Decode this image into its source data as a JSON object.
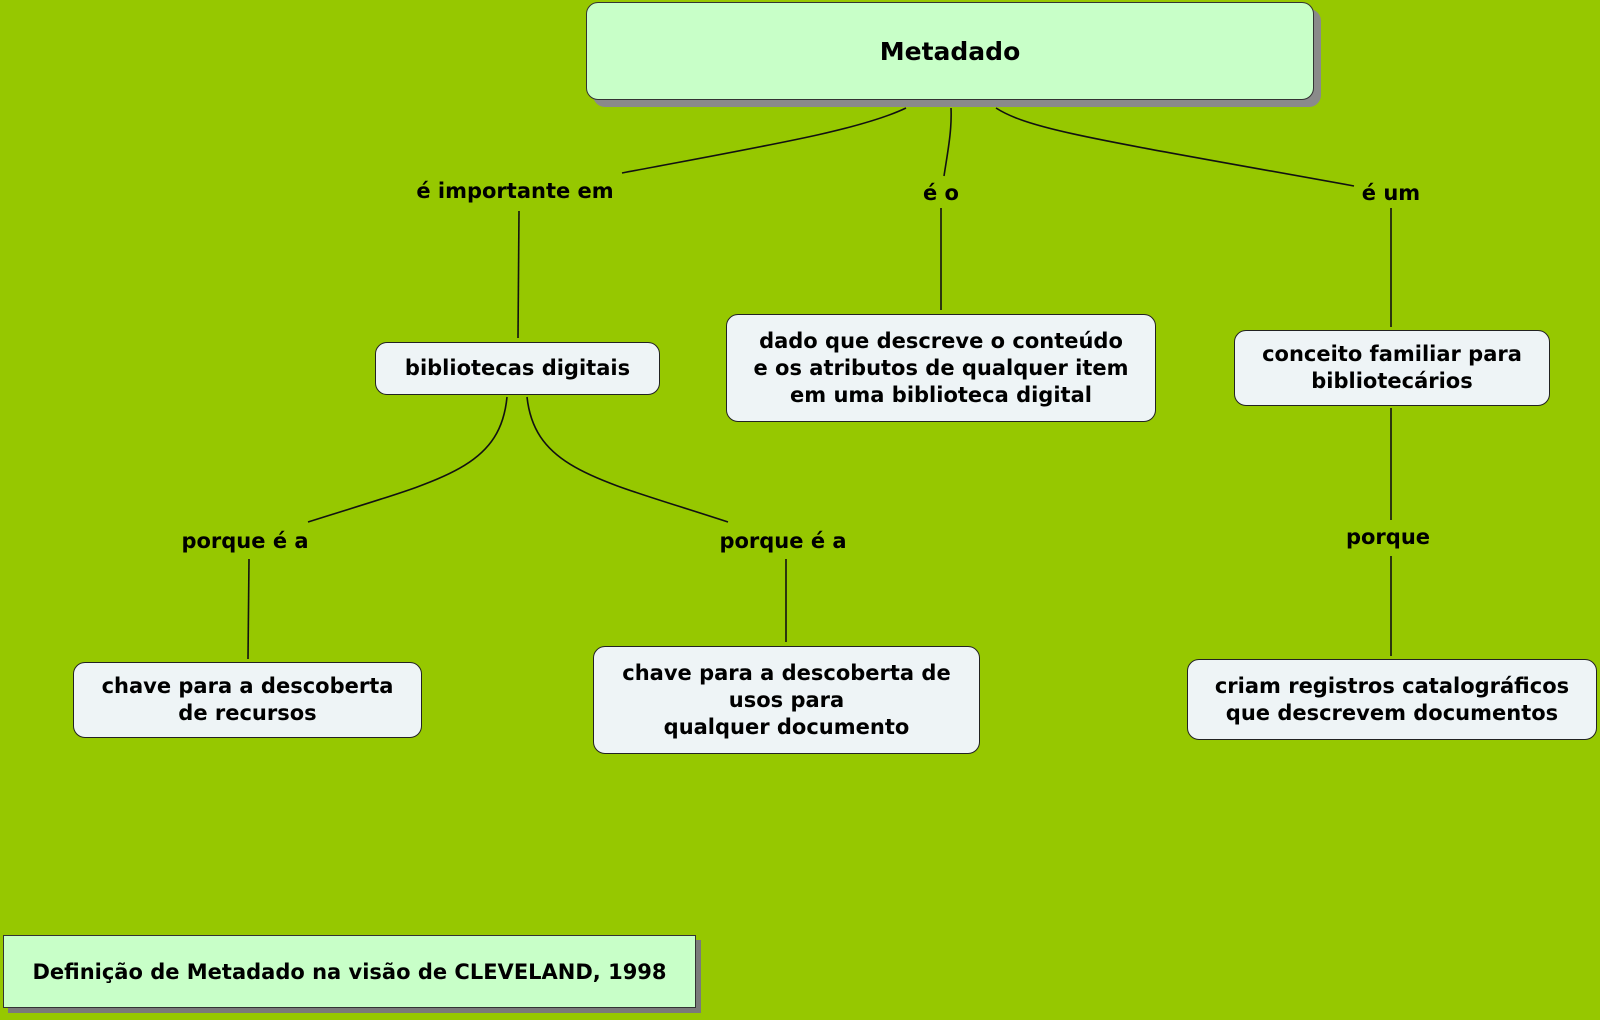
{
  "root": {
    "label": "Metadado"
  },
  "links": {
    "importante": "é importante em",
    "eo": "é o",
    "eum": "é um",
    "porque_a_left": "porque é a",
    "porque_a_right": "porque é a",
    "porque": "porque"
  },
  "concepts": {
    "bibliotecas": "bibliotecas digitais",
    "dado": "dado que descreve o conteúdo\ne os atributos de qualquer item\nem uma biblioteca digital",
    "conceito": "conceito familiar para\nbibliotecários",
    "chave_recursos": "chave para a descoberta\nde recursos",
    "chave_usos": "chave para a descoberta de\nusos para\nqualquer documento",
    "criam": "criam registros catalográficos\nque descrevem documentos"
  },
  "caption": {
    "text": "Definição de Metadado na visão de CLEVELAND, 1998"
  }
}
